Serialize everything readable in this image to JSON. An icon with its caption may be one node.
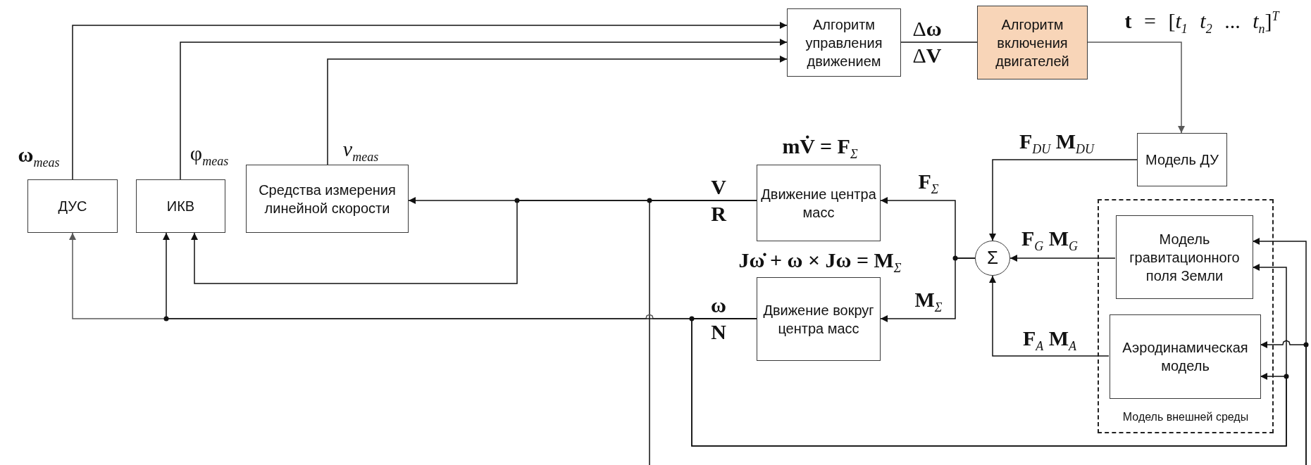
{
  "diagram": {
    "nodes": [
      {
        "text": [
          "ДУС"
        ]
      },
      {
        "text": [
          "ИКВ"
        ]
      },
      {
        "text": [
          "Средства измерения линейной скорости"
        ]
      },
      {
        "text": [
          "Алгоритм управления движением"
        ]
      },
      {
        "text": [
          "Алгоритм включения двигателей"
        ]
      },
      {
        "text": [
          "Модель ДУ"
        ]
      },
      {
        "text": [
          "Движение центра масс"
        ],
        "beside": [
          "mV̇ = F$_{Σ}$"
        ]
      },
      {
        "text": [
          "Движение вокруг центра масс"
        ],
        "beside": [
          "Jω̇ + ω × Jω = M$_{Σ}$"
        ]
      },
      {
        "text": [
          "Σ"
        ]
      },
      {
        "text": [
          "Модель внешней среды"
        ]
      },
      {
        "text": [
          "Модель гравитационного поля Земли"
        ],
        "in": 9
      },
      {
        "text": [
          "Аэродинамическая модель"
        ],
        "in": 9
      }
    ],
    "edges": [
      {
        "from": 0,
        "to": 3,
        "arrow": "to",
        "label": "**ω**$_{meas}$"
      },
      {
        "from": 1,
        "to": 3,
        "arrow": "to",
        "label": "φ$_{meas}$"
      },
      {
        "from": 2,
        "to": 3,
        "arrow": "to",
        "label": "*v*$_{meas}$"
      },
      {
        "from": 3,
        "to": 4,
        "arrow": "none",
        "label": "Δ**ω** Δ**V**"
      },
      {
        "from": 4,
        "to": 5,
        "arrow": "to",
        "color": "#595959",
        "label": "**t** = [*t*$_{1}$ *t*$_{2}$ ... *t*$_{n}$]$^{T}$"
      },
      {
        "from": 5,
        "to": 8,
        "arrow": "to",
        "label": "**F**$_{DU}$ **M**$_{DU}$"
      },
      {
        "from": 10,
        "to": 8,
        "arrow": "to",
        "label": "**F**$_{G}$ **M**$_{G}$"
      },
      {
        "from": 11,
        "to": 8,
        "arrow": "to",
        "label": "**F**$_{A}$ **M**$_{A}$"
      },
      {
        "from": 8,
        "to": 6,
        "arrow": "to",
        "label": "**F**$_{Σ}$"
      },
      {
        "from": 8,
        "to": 7,
        "arrow": "to",
        "label": "**M**$_{Σ}$"
      },
      {
        "from": 6,
        "to": 2,
        "arrow": "to",
        "label": "**V** **R**"
      },
      {
        "from": 6,
        "to": 1,
        "arrow": "to"
      },
      {
        "from": 6,
        "to": null,
        "arrow": "none"
      },
      {
        "from": 7,
        "to": 0,
        "arrow": "to",
        "color": "#595959",
        "label": "**ω** **N**"
      },
      {
        "from": 7,
        "to": 1,
        "arrow": "to"
      },
      {
        "from": 7,
        "to": 10,
        "arrow": "to"
      },
      {
        "from": 7,
        "to": 11,
        "arrow": "to"
      },
      {
        "from": null,
        "to": 10,
        "arrow": "to"
      },
      {
        "from": null,
        "to": 11,
        "arrow": "to"
      }
    ]
  }
}
